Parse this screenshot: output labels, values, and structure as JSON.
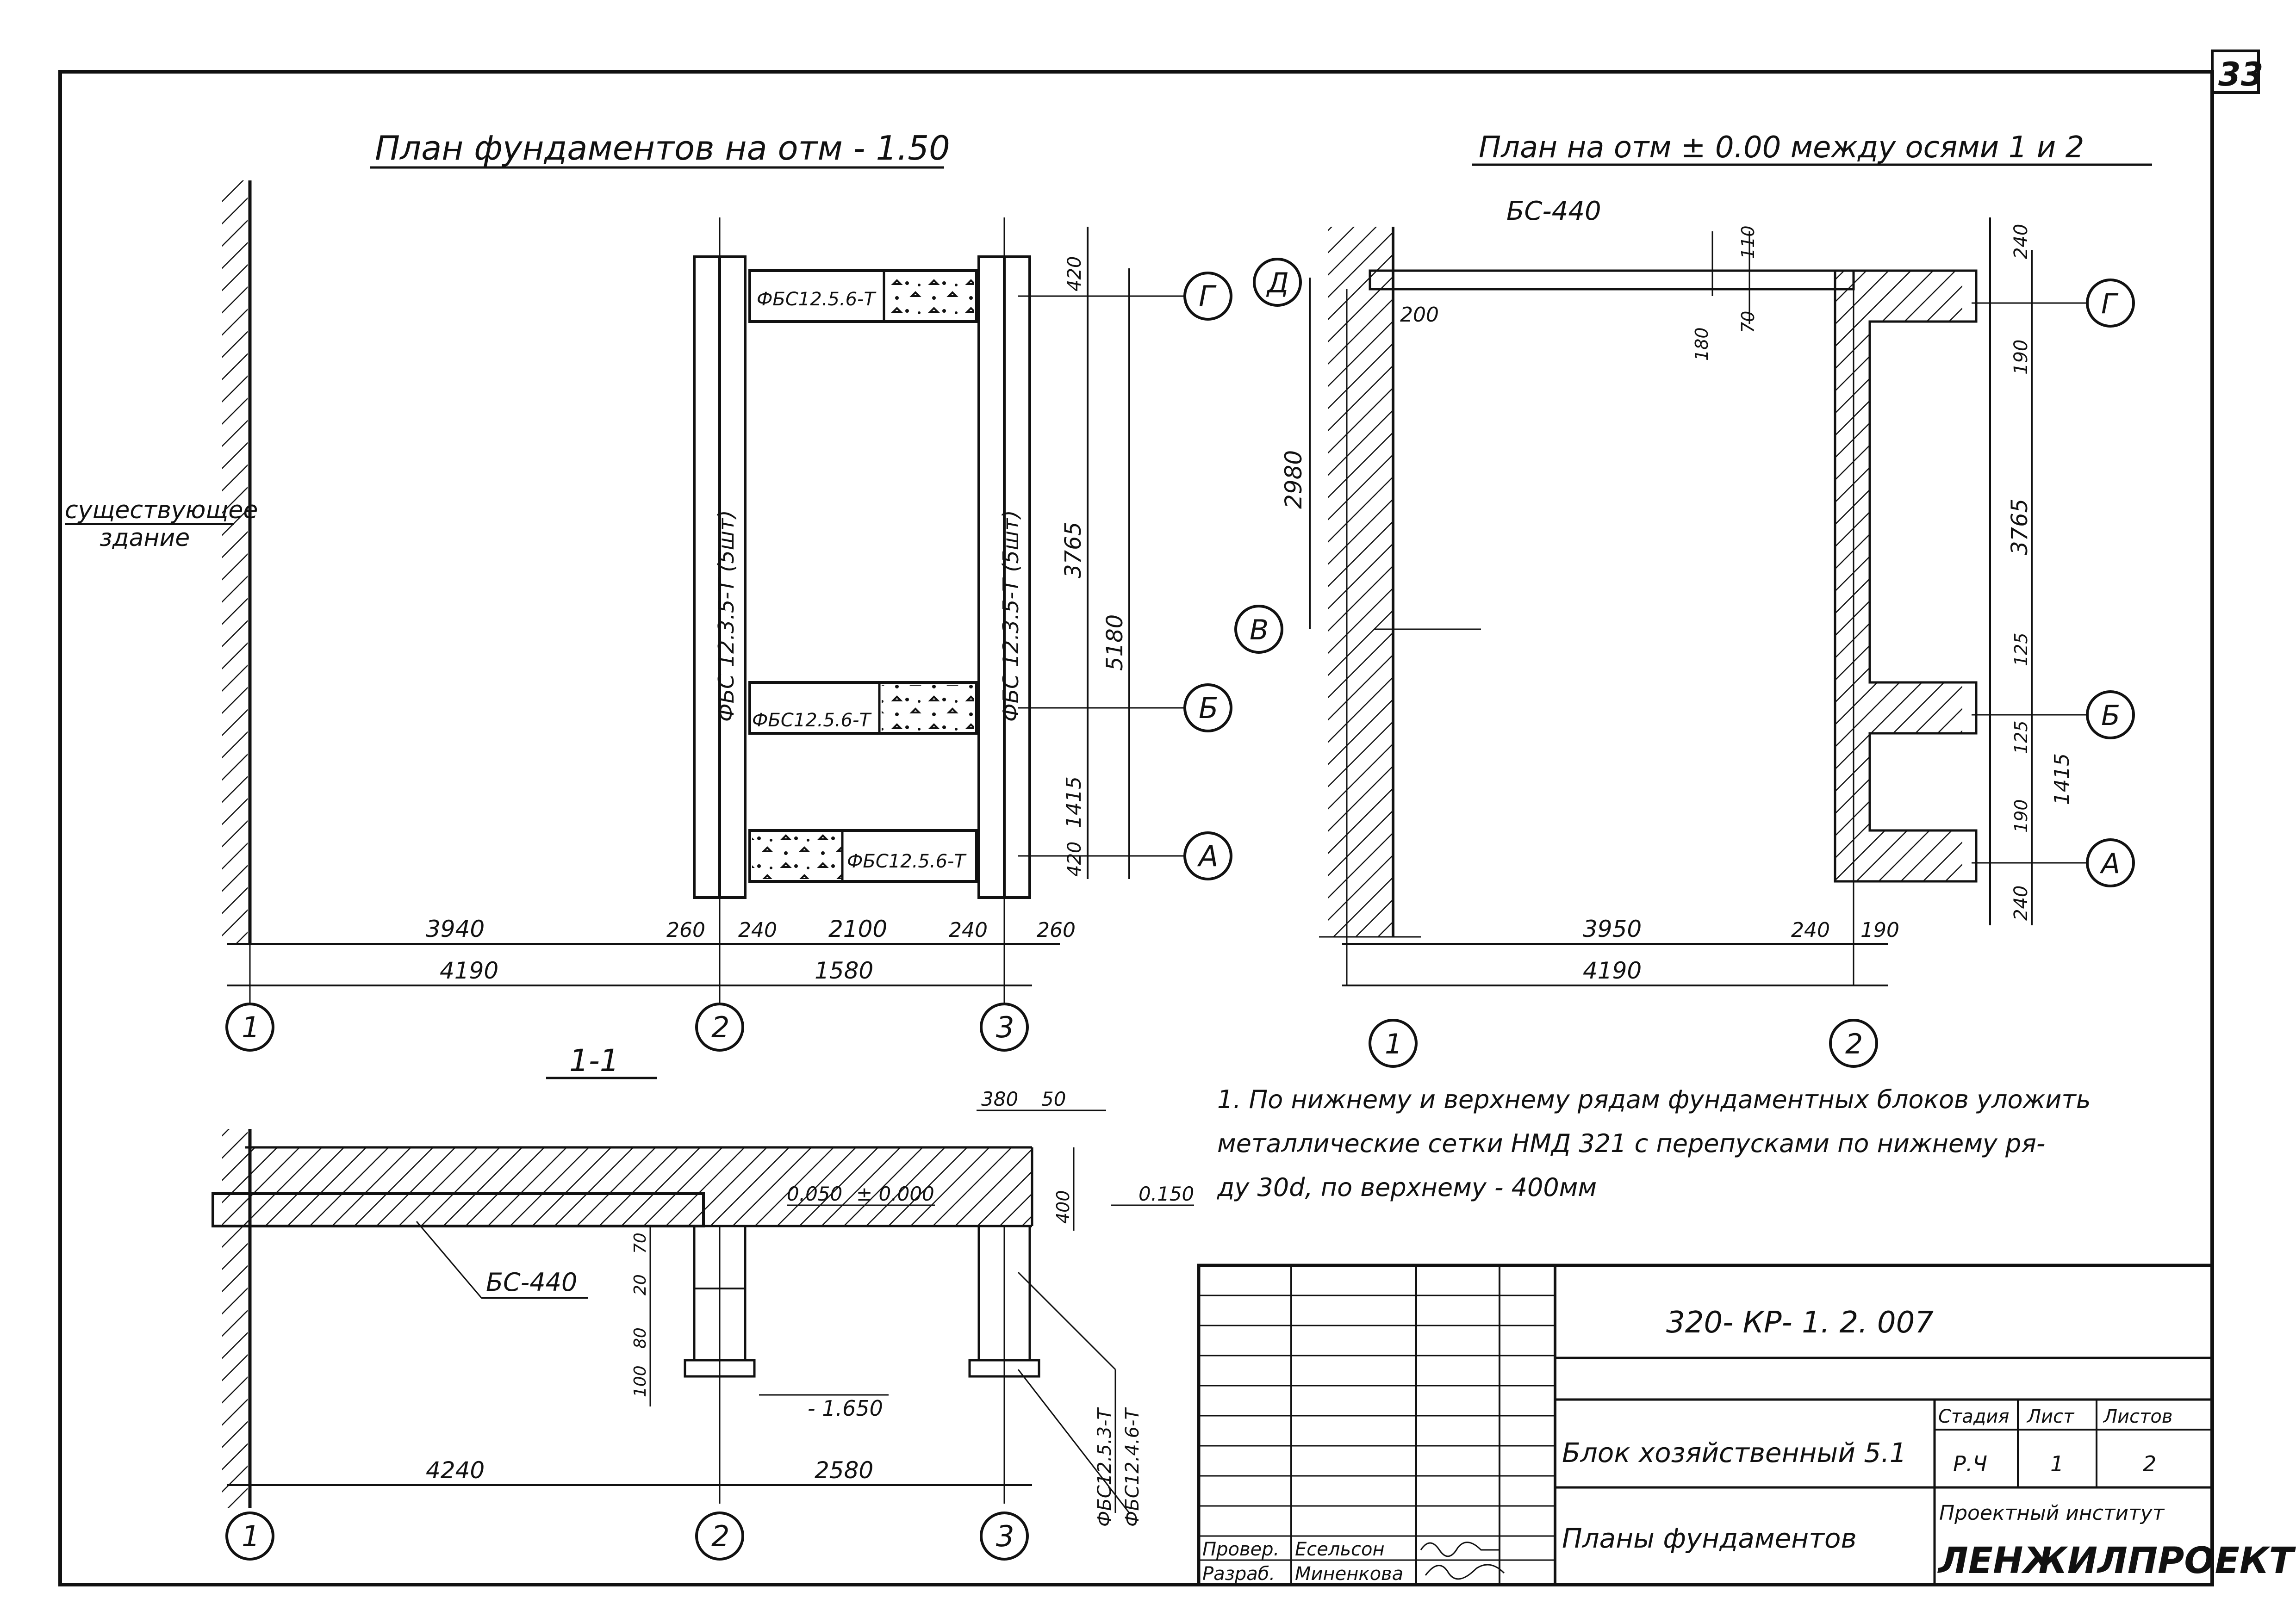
{
  "sheet": {
    "page_number": "33"
  },
  "plan1": {
    "title": "План фундаментов на отм - 1.50",
    "existing_building": [
      "существующее",
      "здание"
    ],
    "block_labels": [
      "ФБС 12.3.5-Т (5шт)",
      "ФБС 12.3.5-Т (5шт)",
      "ФБС12.5.6-Т",
      "ФБС12.5.6-Т",
      "ФБС12.5.6-Т"
    ],
    "dims_bottom_row1": [
      "3940",
      "260",
      "240",
      "2100",
      "240",
      "260"
    ],
    "dims_bottom_row2": [
      "4190",
      "1580"
    ],
    "dims_right": [
      "420",
      "3765",
      "5180",
      "1415",
      "420"
    ],
    "axes_vertical": [
      "1",
      "2",
      "3"
    ],
    "axes_horizontal": [
      "Г",
      "Б",
      "А"
    ]
  },
  "plan2": {
    "title": "План на отм ± 0.00 между осями 1 и 2",
    "slab_label": "БС-440",
    "dim_200": "200",
    "dim_2980": "2980",
    "dims_top": [
      "180",
      "110",
      "70"
    ],
    "dims_right": [
      "240",
      "190",
      "3765",
      "125",
      "125",
      "190",
      "1415",
      "240"
    ],
    "dims_bottom_row1": [
      "3950",
      "240",
      "190"
    ],
    "dims_bottom_row2": [
      "4190"
    ],
    "axes_vertical": [
      "1",
      "2"
    ],
    "axes_horizontal": [
      "Д",
      "В",
      "Г",
      "Б",
      "А"
    ]
  },
  "section": {
    "title": "1-1",
    "slab_label": "БС-440",
    "elev_top": "0.050",
    "elev_zero": "± 0.000",
    "elev_right": "0.150",
    "elev_bottom": "- 1.650",
    "dims_top": [
      "380",
      "50"
    ],
    "dim_right": "400",
    "dims_left": [
      "70",
      "20",
      "80",
      "100"
    ],
    "dims_bottom": [
      "4240",
      "2580"
    ],
    "blocks": [
      "ФБС12.5.3-Т",
      "ФБС12.4.6-Т"
    ],
    "axes": [
      "1",
      "2",
      "3"
    ]
  },
  "note": {
    "lines": [
      "1. По нижнему и верхнему рядам фундаментных блоков уложить",
      "металлические сетки НМД 321 с перепусками по нижнему ря-",
      "ду 30d, по верхнему - 400мм"
    ]
  },
  "title_block": {
    "code": "320- КР- 1. 2. 007",
    "object": "Блок хозяйственный 5.1",
    "sheet_title": "Планы фундаментов",
    "stage_header": "Стадия",
    "sheet_header": "Лист",
    "sheets_header": "Листов",
    "stage": "Р.Ч",
    "sheet_no": "1",
    "sheets_total": "2",
    "institute_label": "Проектный институт",
    "institute": "ЛЕНЖИЛПРОЕКТ",
    "roles": [
      {
        "role": "Провер.",
        "name": "Есельсон"
      },
      {
        "role": "Разраб.",
        "name": "Миненкова"
      }
    ]
  }
}
